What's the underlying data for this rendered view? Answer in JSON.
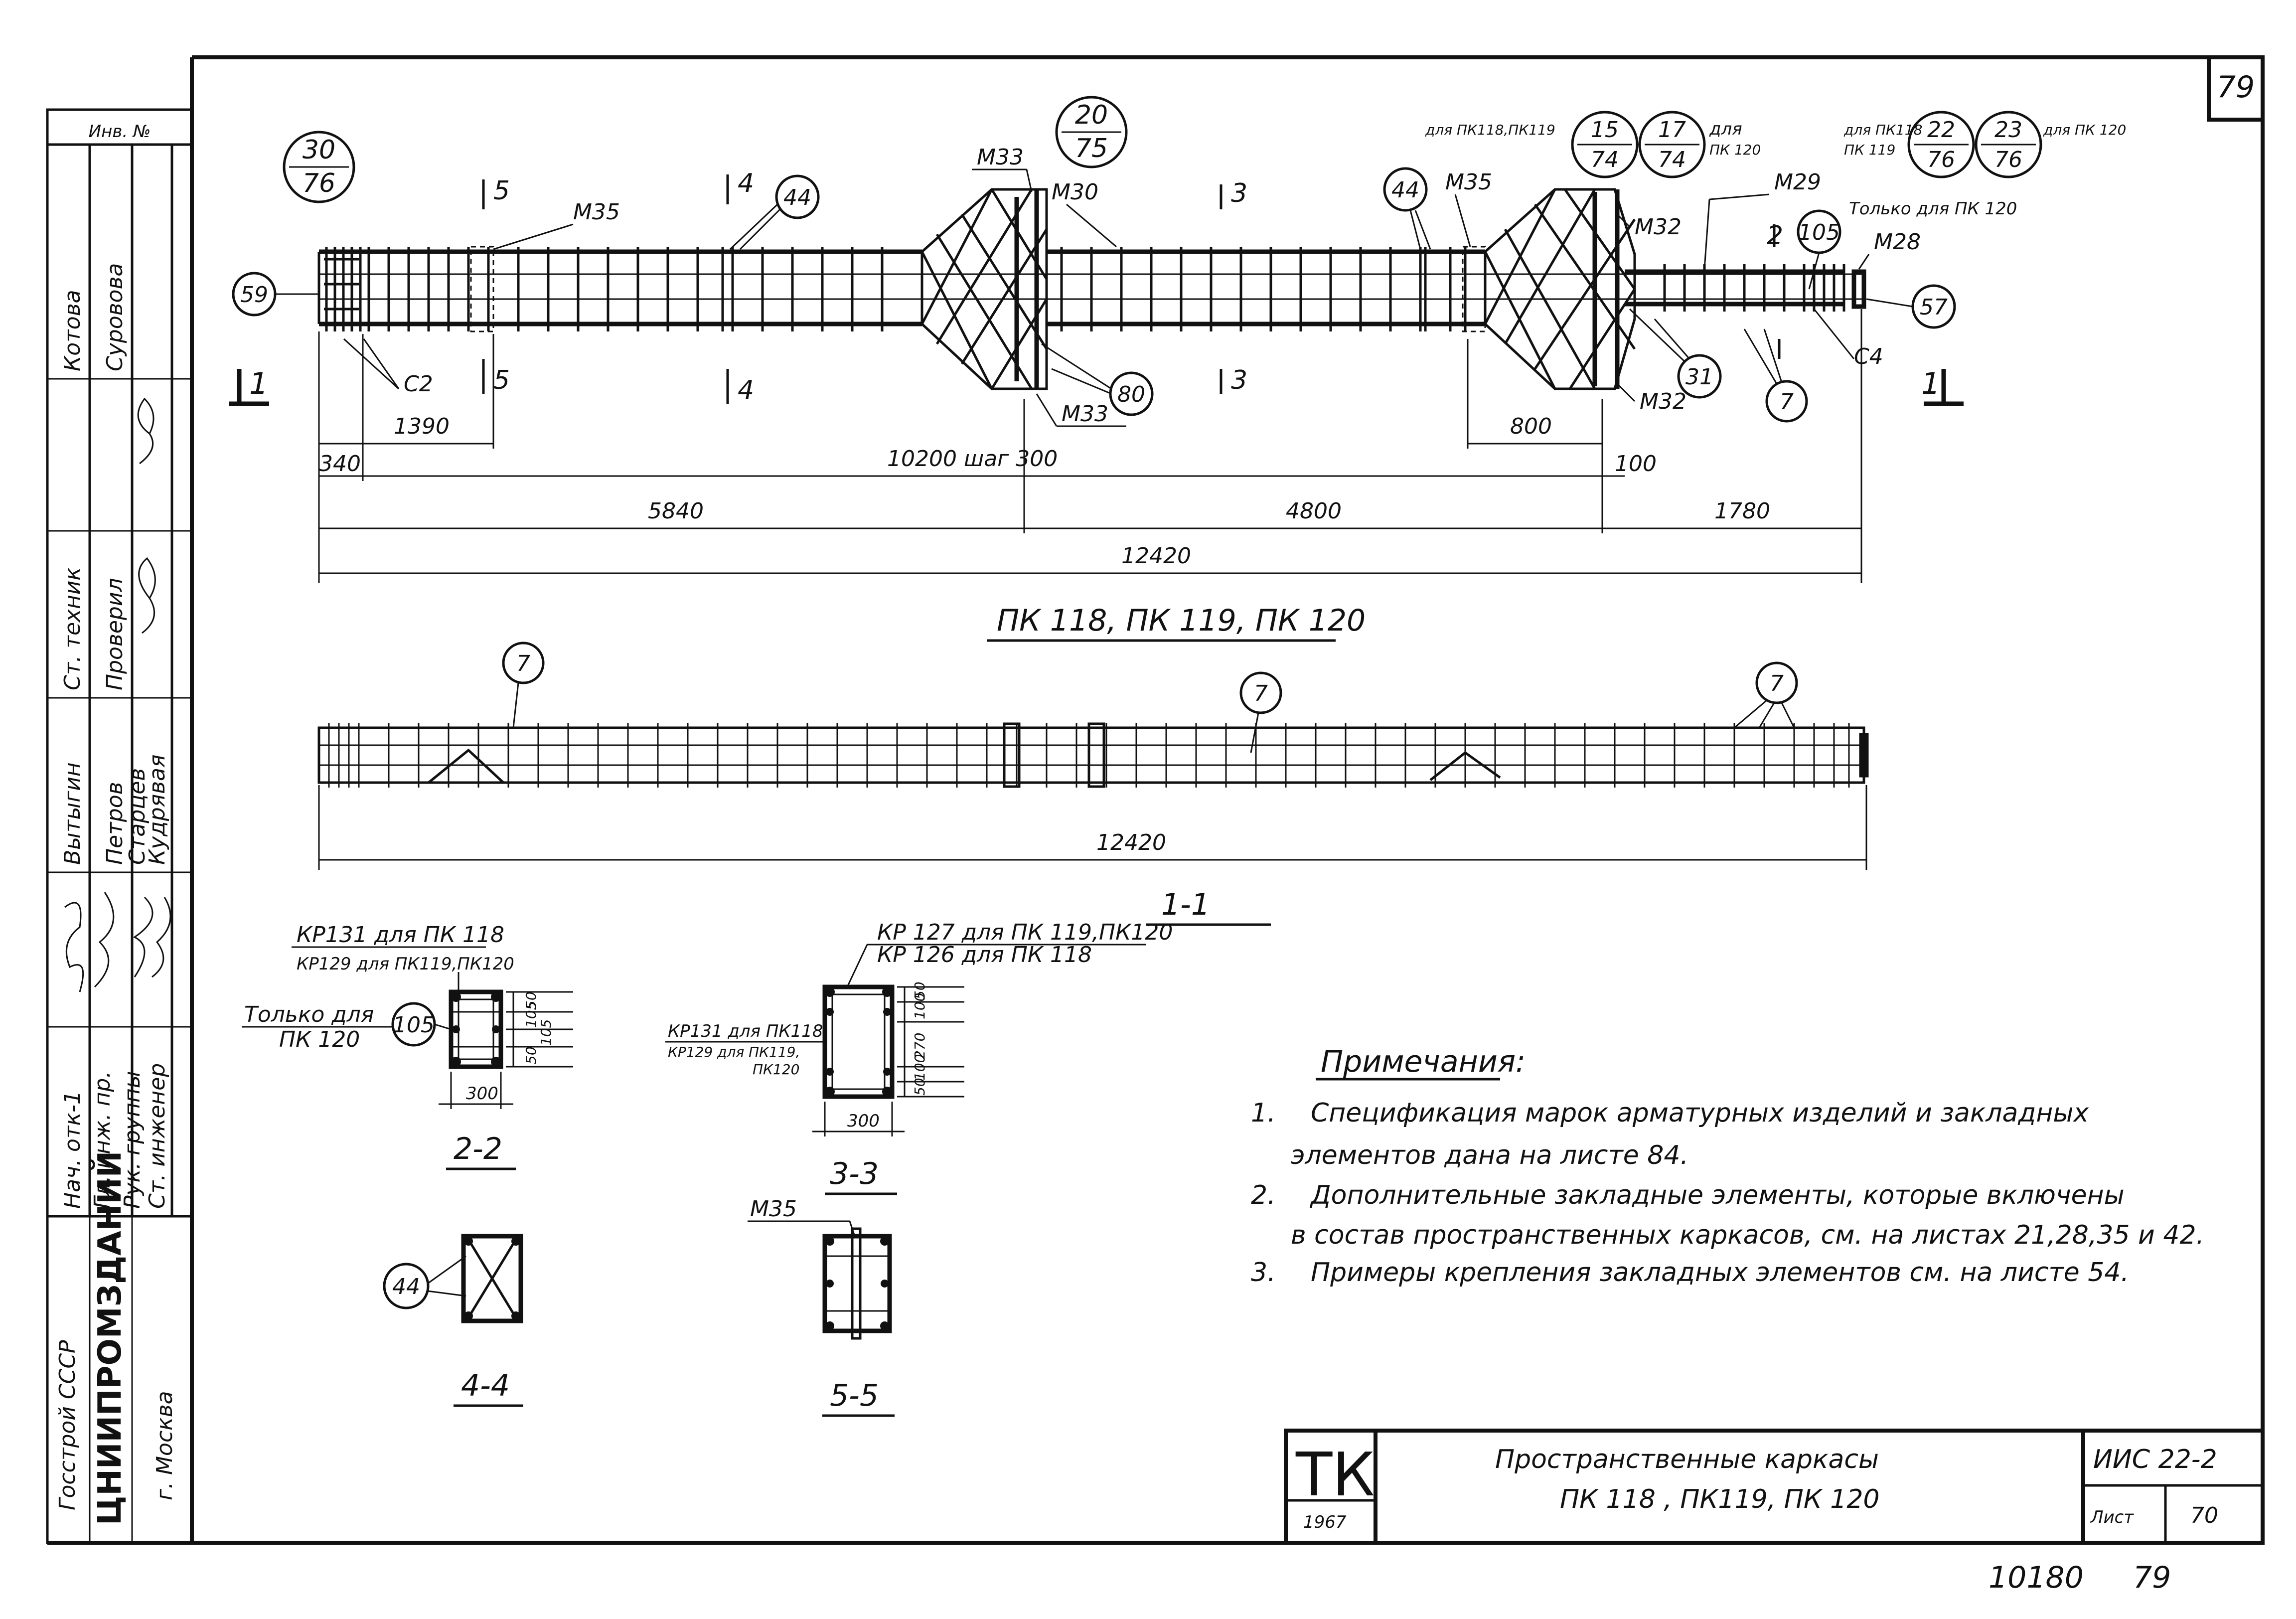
{
  "sheet": {
    "page_number": "79",
    "stamp_number": "10180",
    "stamp_page": "79"
  },
  "title_block": {
    "mark": "ТК",
    "year": "1967",
    "title_line1": "Пространственные каркасы",
    "title_line2": "ПК 118 ,  ПК119,  ПК 120",
    "series": "ИИС 22-2",
    "sheet_label": "Лист",
    "sheet_no": "70"
  },
  "side_block": {
    "inv_label": "Инв. №",
    "rows": [
      {
        "role": "Котова",
        "name": "Суровова"
      },
      {
        "role": "Ст. техник",
        "name": "Проверил"
      },
      {
        "role": "Вытыгин",
        "name": "Петров"
      },
      {
        "role": "",
        "name": "Старцев"
      },
      {
        "role": "",
        "name": "Кудрявая"
      },
      {
        "role": "Нач. отк-1",
        "name": "Гл. инж. пр."
      },
      {
        "role": "Рук. группы",
        "name": "Ст. инженер"
      }
    ],
    "org_ministry": "Госстрой СССР",
    "org_name": "ЦНИИПРОМЗДАНИЙ",
    "org_city": "г. Москва"
  },
  "elevation": {
    "caption": "ПК 118,  ПК 119,  ПК 120",
    "callouts_circle": [
      "59",
      "44",
      "80",
      "44",
      "31",
      "7",
      "105",
      "57"
    ],
    "callouts_frac": [
      {
        "num": "30",
        "den": "76"
      },
      {
        "num": "20",
        "den": "75"
      },
      {
        "num": "15",
        "den": "74"
      },
      {
        "num": "17",
        "den": "74"
      },
      {
        "num": "22",
        "den": "76"
      },
      {
        "num": "23",
        "den": "76"
      }
    ],
    "frac_notes": {
      "n15": "для ПК118,ПК119",
      "n17a": "для",
      "n17b": "ПК 120",
      "n22a": "для ПК118",
      "n22b": "ПК 119",
      "n23": "для ПК 120"
    },
    "marks": {
      "m35a": "М35",
      "m33a": "М33",
      "m30": "М30",
      "m35b": "М35",
      "m32a": "М32",
      "m29": "М29",
      "m28": "М28",
      "m33b": "М33",
      "m32b": "М32",
      "c2": "С2",
      "c4": "С4",
      "only120": "Только для ПК 120"
    },
    "sections": {
      "s5": "5",
      "s4": "4",
      "s3": "3",
      "s2": "2",
      "s1": "1"
    },
    "dims": {
      "d340": "340",
      "d1390": "1390",
      "d10200": "10200  шаг  300",
      "d800": "800",
      "d100": "100",
      "d5840": "5840",
      "d4800": "4800",
      "d1780": "1780",
      "d12420": "12420"
    }
  },
  "plan": {
    "callouts": [
      "7",
      "7",
      "7"
    ],
    "dim_total": "12420"
  },
  "sections_detail": {
    "s11_title": "1-1",
    "s22": {
      "title": "2-2",
      "note1": "КР131 для ПК 118",
      "note2": "КР129 для ПК119,ПК120",
      "only_a": "Только для",
      "only_b": "ПК 120",
      "callout": "105",
      "width": "300",
      "dims": [
        "50",
        "105",
        "105",
        "50"
      ]
    },
    "s33": {
      "title": "3-3",
      "note1": "КР 127  для  ПК 119,ПК120",
      "note2": "КР 126  для  ПК 118",
      "note3": "КР131 для ПК118",
      "note4": "КР129 для ПК119,",
      "note5": "ПК120",
      "width": "300",
      "dims": [
        "50",
        "100",
        "270",
        "100",
        "50"
      ]
    },
    "s44": {
      "title": "4-4",
      "callout": "44"
    },
    "s55": {
      "title": "5-5",
      "mark": "М35"
    }
  },
  "notes": {
    "heading": "Примечания:",
    "items": [
      {
        "num": "1.",
        "line1": "Спецификация   марок  арматурных  изделий  и закладных",
        "line2": "элементов  дана  на  листе  84."
      },
      {
        "num": "2.",
        "line1": "Дополнительные  закладные  элементы, которые  включены",
        "line2": "в  состав  пространственных   каркасов,  см.  на  листах  21,28,35 и 42."
      },
      {
        "num": "3.",
        "line1": "Примеры  крепления  закладных  элементов  см.  на  листе  54.",
        "line2": ""
      }
    ]
  }
}
